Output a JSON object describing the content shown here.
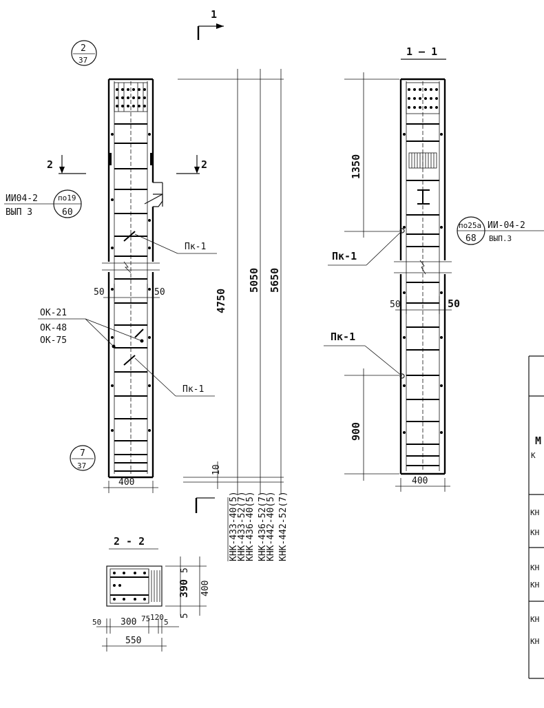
{
  "section_marks": {
    "top_mark": "1",
    "section_1_title": "1 — 1",
    "section_2_left": "2",
    "section_2_right": "2",
    "section_2_title": "2 - 2"
  },
  "circle_refs": {
    "ref_top": {
      "num": "2",
      "den": "37"
    },
    "ref_bottom": {
      "num": "7",
      "den": "37"
    },
    "ref_node_left": {
      "num": "по19",
      "den": "60"
    },
    "ref_node_right": {
      "num": "по25а",
      "den": "68"
    }
  },
  "series_labels": {
    "left": {
      "code": "ИИ04-2",
      "issue": "ВЫП 3"
    },
    "right": {
      "code": "ИИ-04-2",
      "issue": "ВЫП.3"
    }
  },
  "callouts": {
    "pk1_upper": "Пк-1",
    "pk1_lower": "Пк-1",
    "pk1_right_upper": "Пк-1",
    "pk1_right_lower": "Пк-1",
    "ok_list": [
      "ОК-21",
      "ОК-48",
      "ОК-75"
    ]
  },
  "dimensions": {
    "left_width": "400",
    "right_width": "400",
    "cover_left": "50",
    "cover_right": "50",
    "cover_left_r": "50",
    "cover_right_r": "50",
    "bottom_gap": "10",
    "h_4750": "4750",
    "h_5050": "5050",
    "h_5650": "5650",
    "h_1350": "1350",
    "h_900": "900",
    "s22_top": "5",
    "s22_mid": "390",
    "s22_total": "400",
    "s22_bot": "5",
    "s22_w50": "50",
    "s22_w300": "300",
    "s22_w75": "75",
    "s22_w120": "120",
    "s22_w5": "5",
    "s22_w550": "550"
  },
  "column_marks": [
    "КНК-433-40(5)",
    "КНК-433-52(7)",
    "КНК-436-40(5)",
    "КНК-436-52(7)",
    "КНК-442-40(5)",
    "КНК-442-52(7)"
  ],
  "table_fragment": {
    "header_letter": "М",
    "header_sub": "К",
    "rows": [
      "КН",
      "КН",
      "КН",
      "КН",
      "КН",
      "КН"
    ]
  }
}
